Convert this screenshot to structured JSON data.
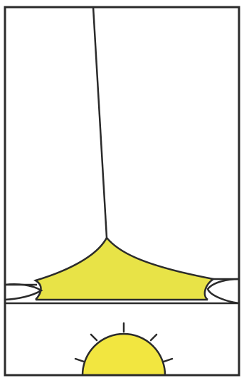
{
  "colors": {
    "background": "#ffffff",
    "stroke": "#2b2b2b",
    "fill_yellow": "#e8e347",
    "sun_yellow": "#f2e640"
  },
  "diagram": {
    "elements": [
      "outer-frame",
      "vertical-crack-line",
      "yellow-wedge",
      "left-lens",
      "right-lens",
      "horizontal-band",
      "sun-icon"
    ]
  }
}
